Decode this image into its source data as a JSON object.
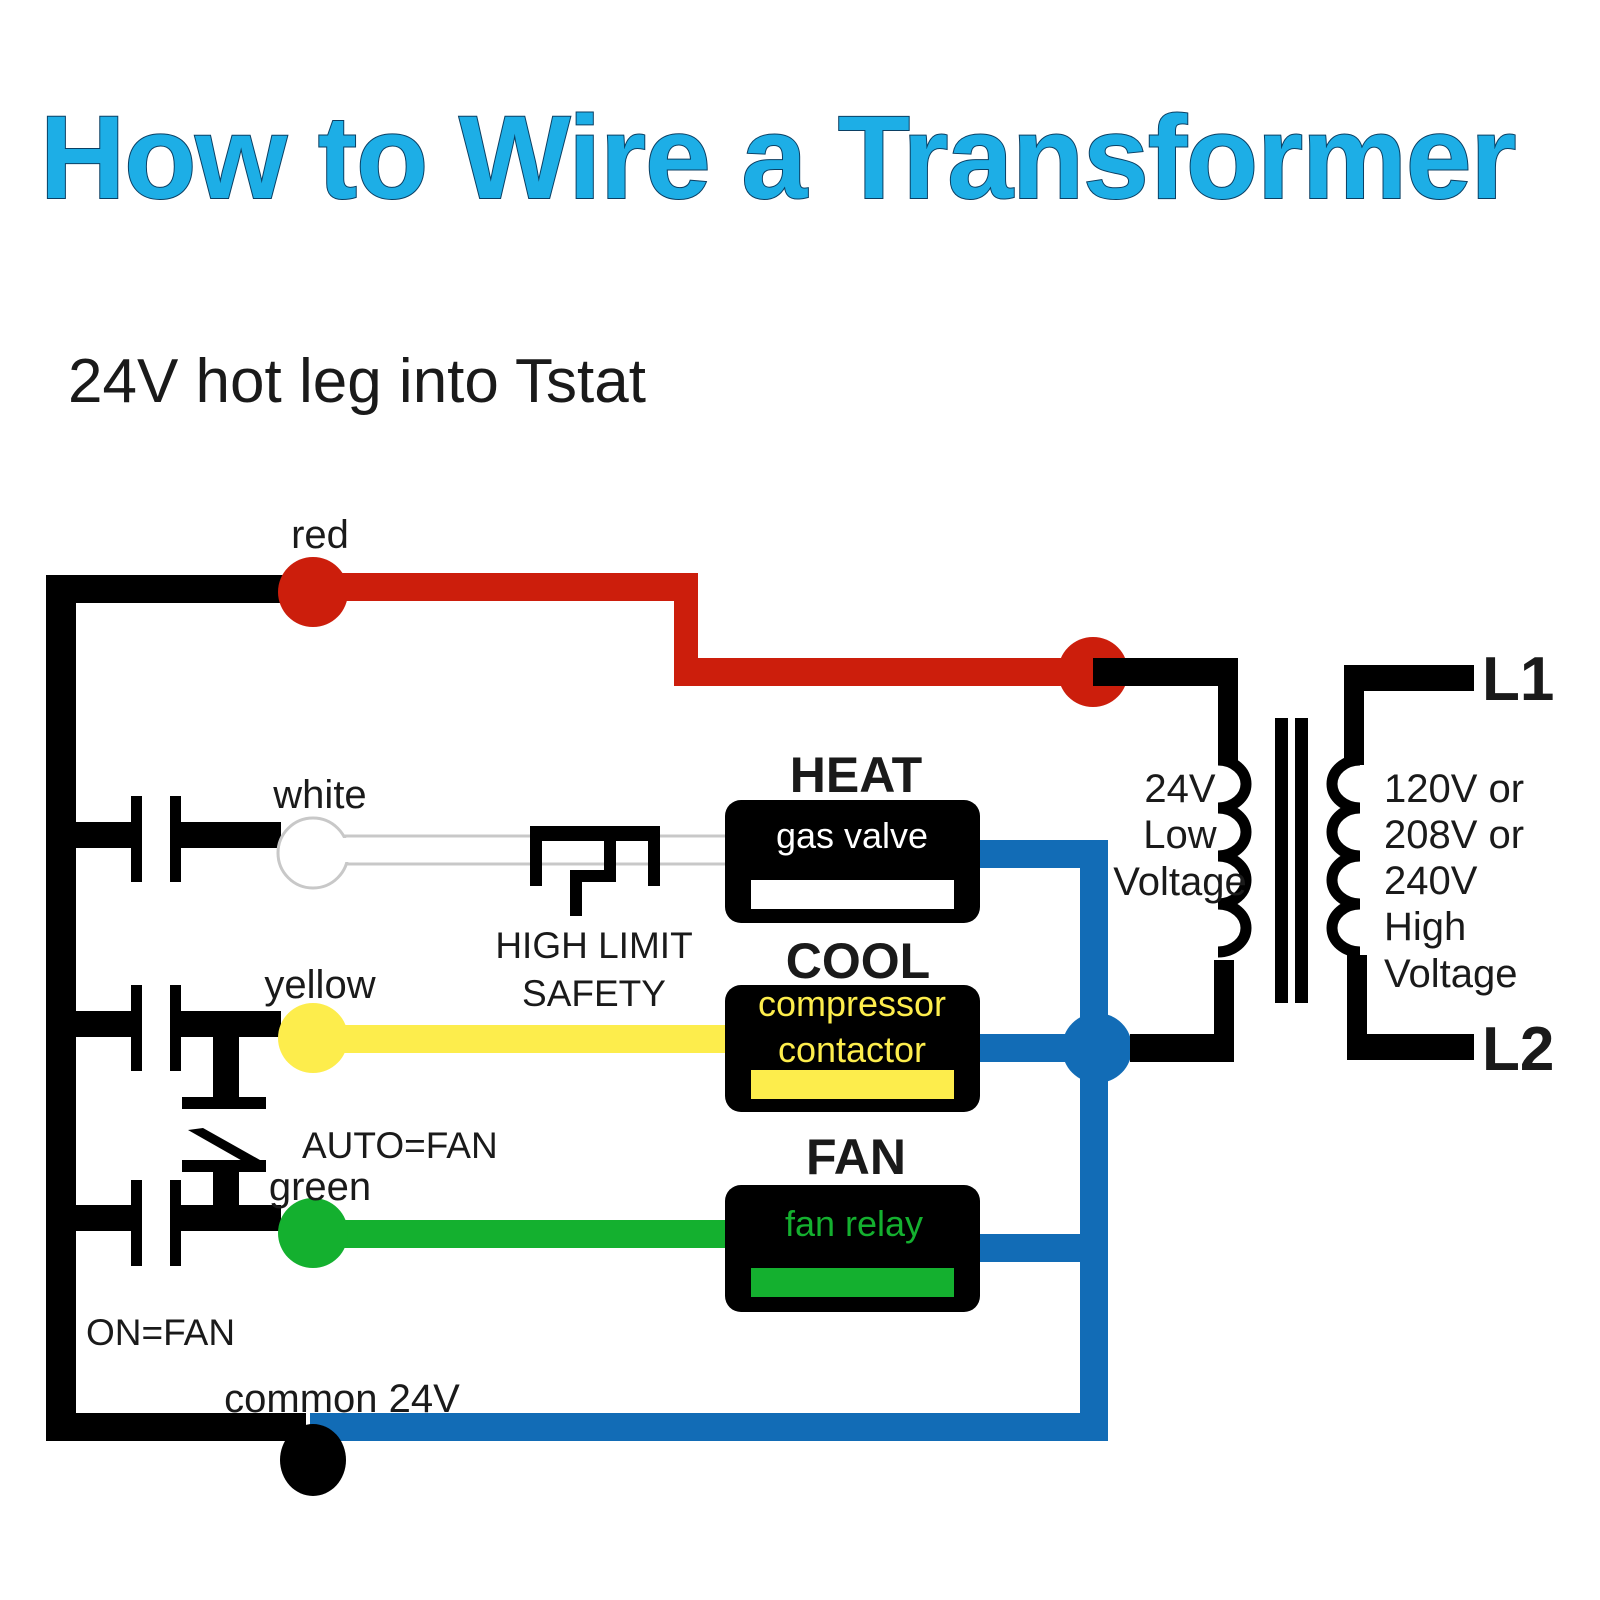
{
  "title": "How to Wire a Transformer",
  "subtitle": "24V hot leg into Tstat",
  "colors": {
    "title": "#1daee6",
    "red_wire": "#cc1e0c",
    "white_wire": "#c8c8c8",
    "yellow_wire": "#fded4c",
    "green_wire": "#14b02f",
    "common_wire": "#126cb6",
    "black_wire": "#000000"
  },
  "thermostat": {
    "wires": [
      {
        "id": "red",
        "label": "red"
      },
      {
        "id": "white",
        "label": "white"
      },
      {
        "id": "yellow",
        "label": "yellow"
      },
      {
        "id": "green",
        "label": "green"
      },
      {
        "id": "common",
        "label": "common 24V"
      }
    ],
    "switch_labels": {
      "auto_fan": "AUTO=FAN",
      "on_fan": "ON=FAN"
    }
  },
  "safety": {
    "label_line1": "HIGH LIMIT",
    "label_line2": "SAFETY"
  },
  "loads": [
    {
      "header": "HEAT",
      "device": "gas valve",
      "device_lines": [
        "gas valve"
      ],
      "text_color": "#ffffff",
      "bar_color": "#ffffff"
    },
    {
      "header": "COOL",
      "device": "compressor contactor",
      "device_lines": [
        "compressor",
        "contactor"
      ],
      "text_color": "#fded4c",
      "bar_color": "#fded4c"
    },
    {
      "header": "FAN",
      "device": "fan relay",
      "device_lines": [
        "fan relay"
      ],
      "text_color": "#14b02f",
      "bar_color": "#14b02f"
    }
  ],
  "transformer": {
    "low_side": [
      "24V",
      "Low",
      "Voltage"
    ],
    "high_side": [
      "120V or",
      "208V or",
      "240V",
      "High",
      "Voltage"
    ],
    "lines": {
      "l1": "L1",
      "l2": "L2"
    }
  }
}
